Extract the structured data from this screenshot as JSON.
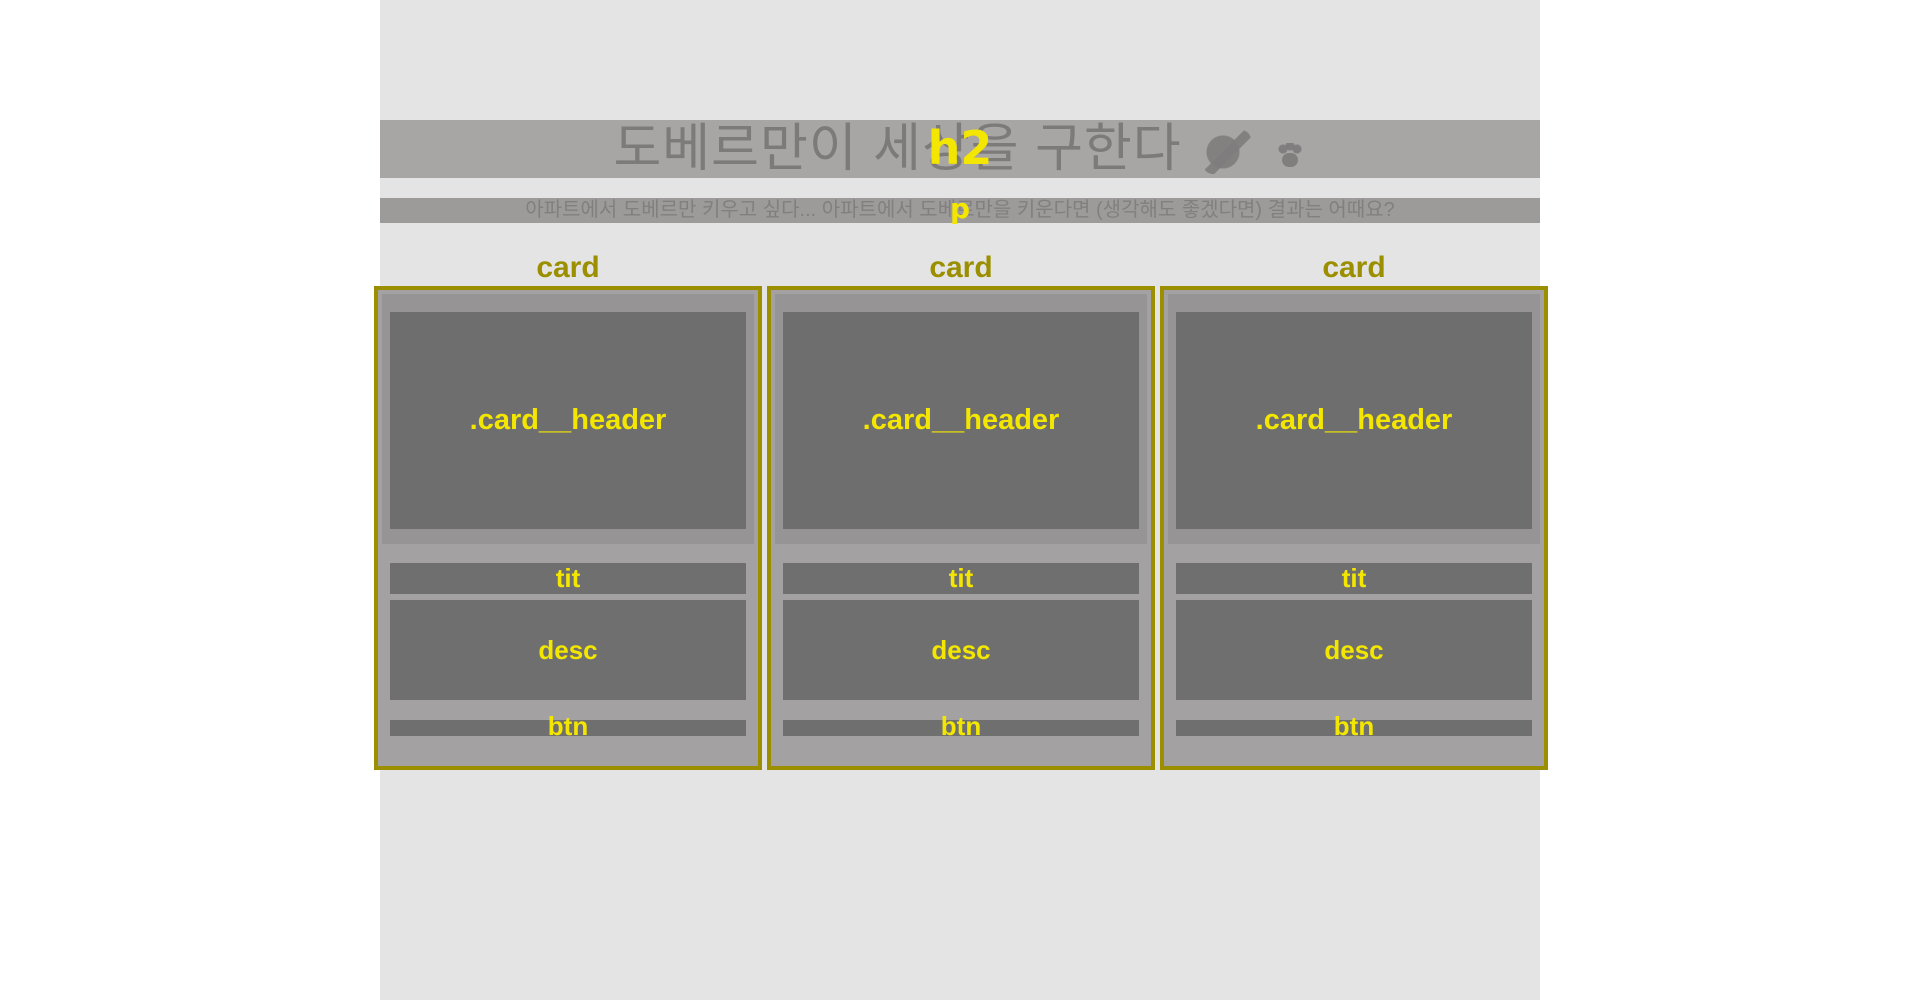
{
  "hero": {
    "title": "도베르만이 세상을 구한다",
    "title_overlay": "h2",
    "subtitle": "아파트에서 도베르만 키우고 싶다... 아파트에서 도베르만을 키운다면 (생각해도 좋겠다면) 결과는 어때요?",
    "subtitle_overlay": "p"
  },
  "cards": [
    {
      "name": "card",
      "header_label": ".card__header",
      "tit_label": "tit",
      "desc_label": "desc",
      "btn_label": "btn"
    },
    {
      "name": "card",
      "header_label": ".card__header",
      "tit_label": "tit",
      "desc_label": "desc",
      "btn_label": "btn"
    },
    {
      "name": "card",
      "header_label": ".card__header",
      "tit_label": "tit",
      "desc_label": "desc",
      "btn_label": "btn"
    }
  ],
  "colors": {
    "page_bg": "#ffffff",
    "container_bg": "#e4e4e4",
    "band_bg": "#a8a5a5",
    "card_border": "#9b8f00",
    "card_bg": "#a3a1a1",
    "overlay_label": "#f3e600",
    "block_bg": "#6f6f6f"
  },
  "icons": {
    "title_icons": [
      "dog-head-icon",
      "paw-prints-icon"
    ]
  }
}
